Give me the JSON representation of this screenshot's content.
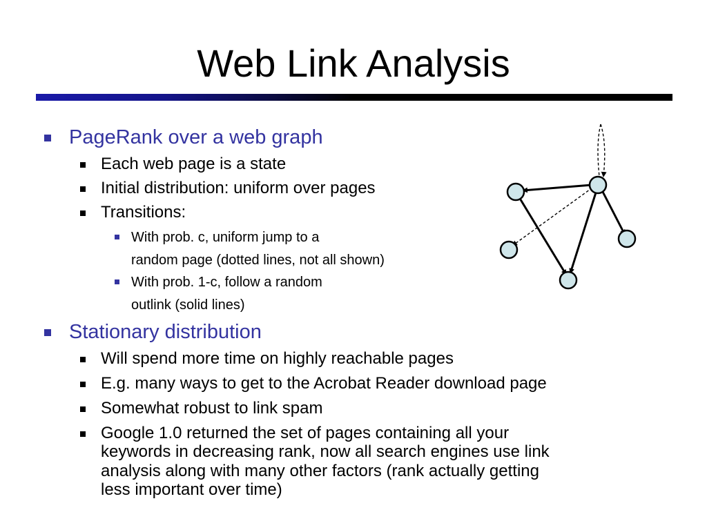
{
  "slide": {
    "title": "Web Link Analysis",
    "bullets": [
      {
        "text": "PageRank over a web graph",
        "sub": [
          {
            "text": "Each web page is a state"
          },
          {
            "text": "Initial distribution: uniform over pages"
          },
          {
            "text": "Transitions:",
            "sub": [
              {
                "lines": [
                  "With prob. c, uniform jump to a",
                  "random page (dotted lines, not all shown)"
                ]
              },
              {
                "lines": [
                  "With prob. 1-c, follow a random",
                  "outlink (solid lines)"
                ]
              }
            ]
          }
        ]
      },
      {
        "text": "Stationary distribution",
        "sub": [
          {
            "text": "Will spend more time on highly reachable pages"
          },
          {
            "text": "E.g. many ways to get to the Acrobat Reader download page"
          },
          {
            "text": "Somewhat robust to link spam"
          },
          {
            "lines": [
              "Google 1.0 returned the set of pages containing all your",
              "keywords in decreasing rank, now all search engines use link",
              "analysis along with many other factors (rank actually getting",
              "less important over time)"
            ]
          }
        ]
      }
    ]
  },
  "colors": {
    "accent_blue": "#3333a0",
    "node_fill": "#cfe6ea",
    "rule_blue": "#1a1aa8"
  }
}
